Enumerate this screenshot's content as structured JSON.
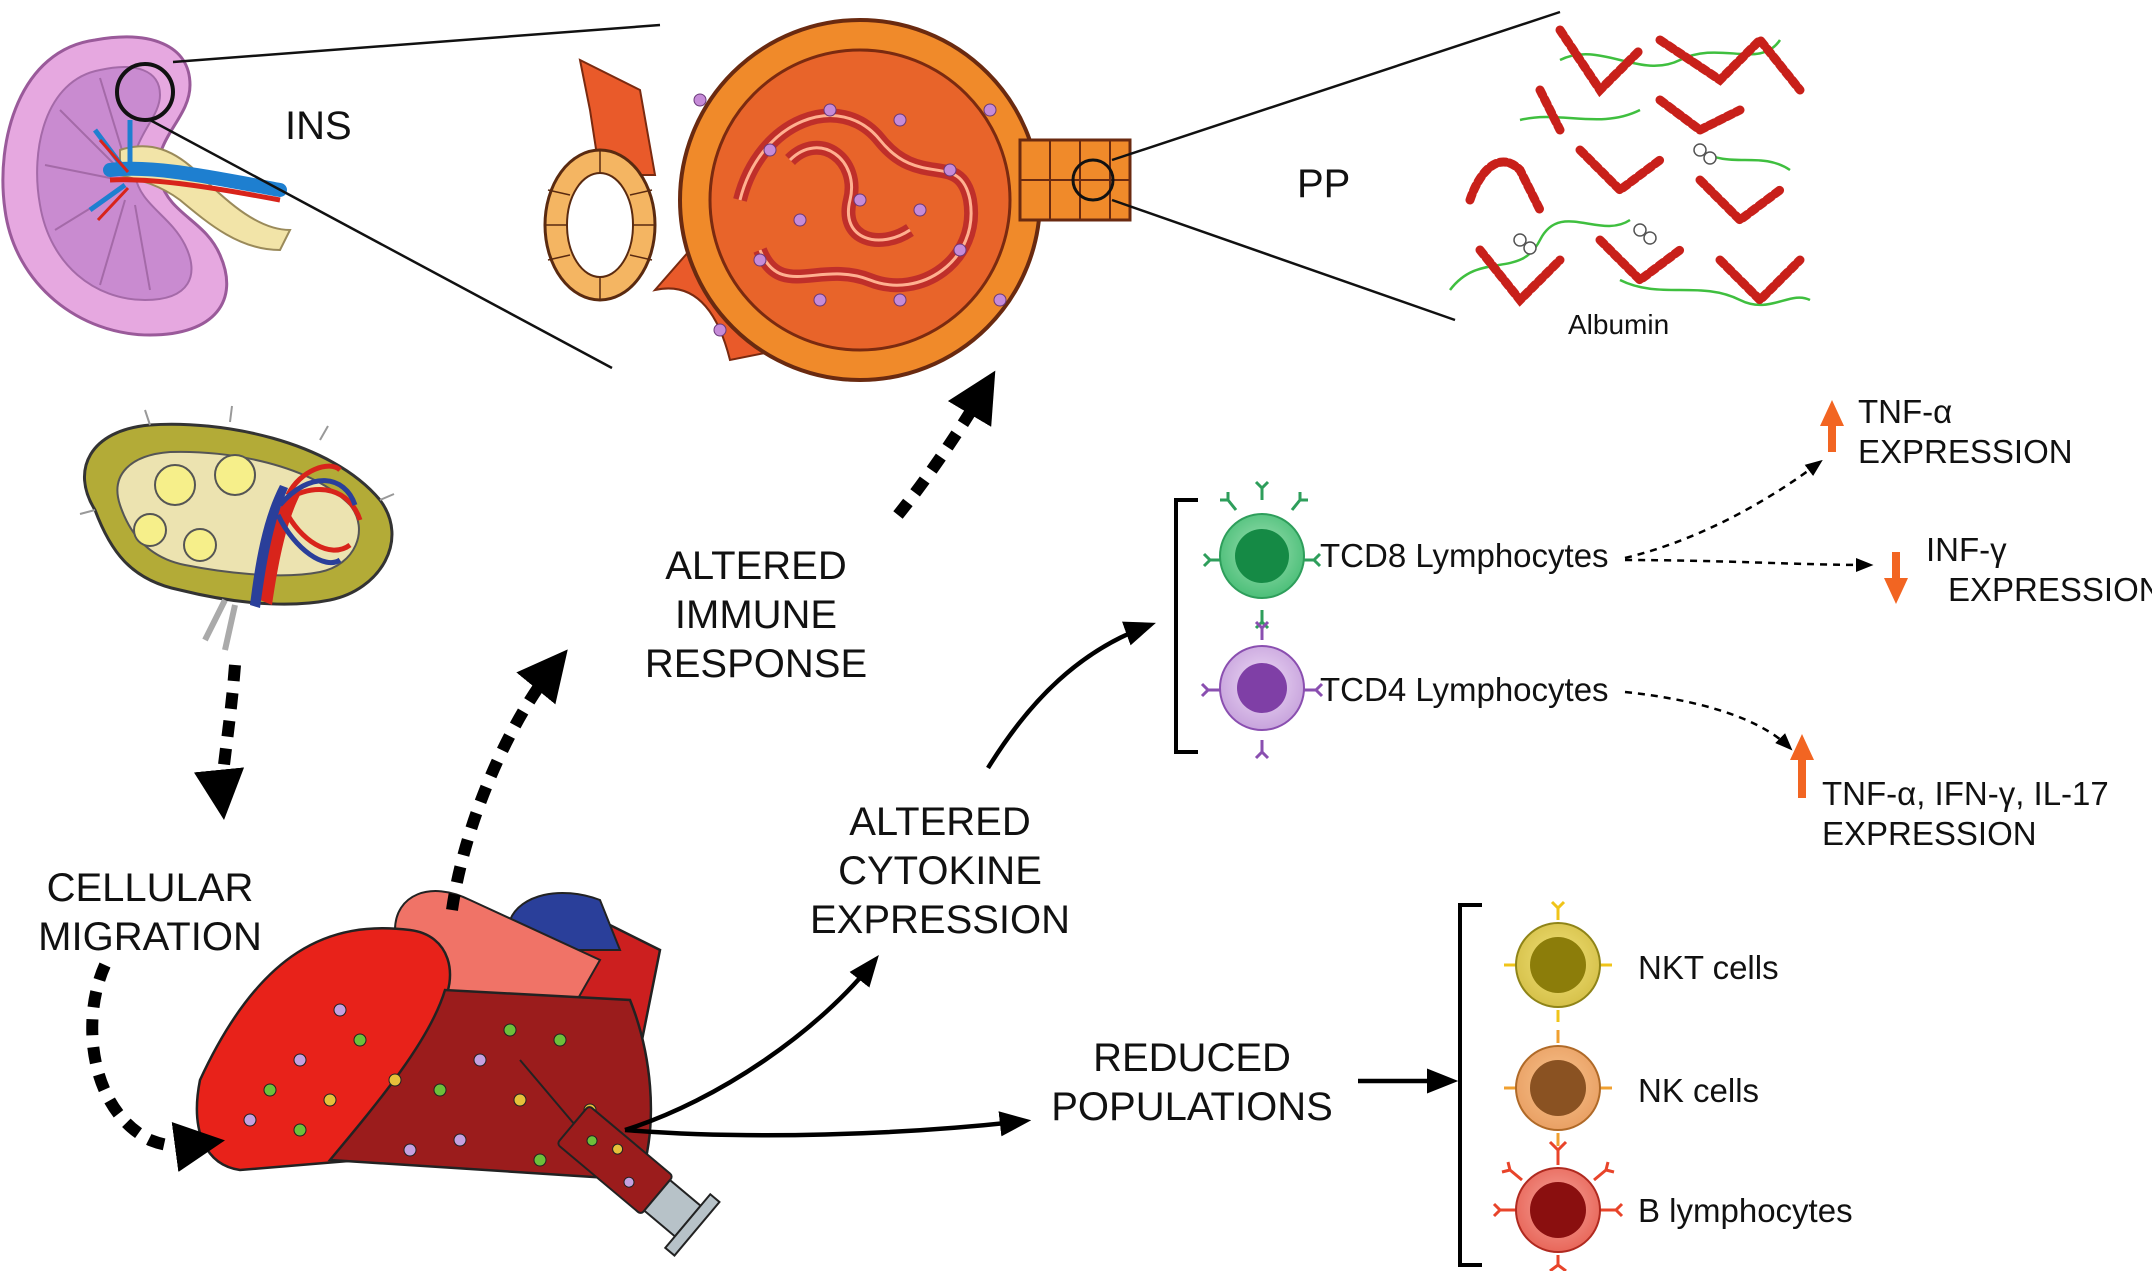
{
  "labels": {
    "ins": "INS",
    "pp": "PP",
    "albumin": "Albumin",
    "cellular_migration": [
      "CELLULAR",
      "MIGRATION"
    ],
    "altered_immune_response": [
      "ALTERED",
      "IMMUNE",
      "RESPONSE"
    ],
    "altered_cytokine_expression": [
      "ALTERED",
      "CYTOKINE",
      "EXPRESSION"
    ],
    "reduced_populations": [
      "REDUCED",
      "POPULATIONS"
    ]
  },
  "lymphocytes": {
    "tcd8": "TCD8 Lymphocytes",
    "tcd4": "TCD4 Lymphocytes"
  },
  "expression_outcomes": {
    "tnf_alpha": [
      "TNF-α",
      "EXPRESSION"
    ],
    "inf_gamma": [
      "INF-γ",
      "EXPRESSION"
    ],
    "tnf_ifn_il17": [
      "TNF-α, IFN-γ, IL-17",
      "EXPRESSION"
    ]
  },
  "populations": {
    "nkt": "NKT cells",
    "nk": "NK cells",
    "b": "B lymphocytes"
  },
  "colors": {
    "up_arrow": "#f26522",
    "down_arrow": "#f26522",
    "tcd8_cell": "#2e9e5b",
    "tcd4_cell": "#8a4fb0",
    "nkt_cell": "#b8a21a",
    "nk_cell": "#d68a3c",
    "b_cell": "#d23a2a",
    "artery": "#e2231a",
    "vein": "#2a3f9a"
  }
}
